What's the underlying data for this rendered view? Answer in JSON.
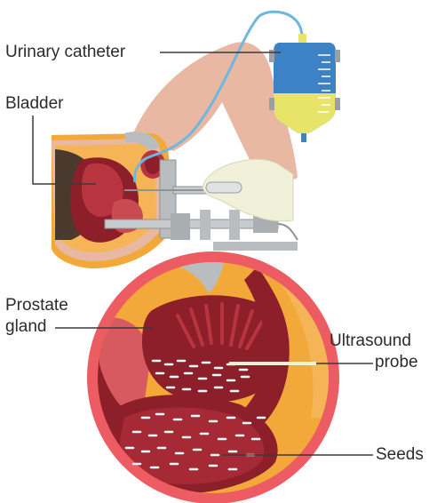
{
  "labels": {
    "catheter": "Urinary catheter",
    "bladder": "Bladder",
    "prostate_line1": "Prostate",
    "prostate_line2": "gland",
    "ultrasound_line1": "Ultrasound",
    "ultrasound_line2": "probe",
    "seeds": "Seeds"
  },
  "colors": {
    "skin": "#e9b8a3",
    "tissue_orange": "#f3a93a",
    "organ_dark": "#8d1f2a",
    "organ_mid": "#b8343f",
    "ring": "#ee5c63",
    "bag_blue": "#3d82c4",
    "urine_yellow": "#e8e46a",
    "metal_grey": "#b9bdbf",
    "glove": "#f1f0d9",
    "tube_blue": "#6fb7de"
  }
}
